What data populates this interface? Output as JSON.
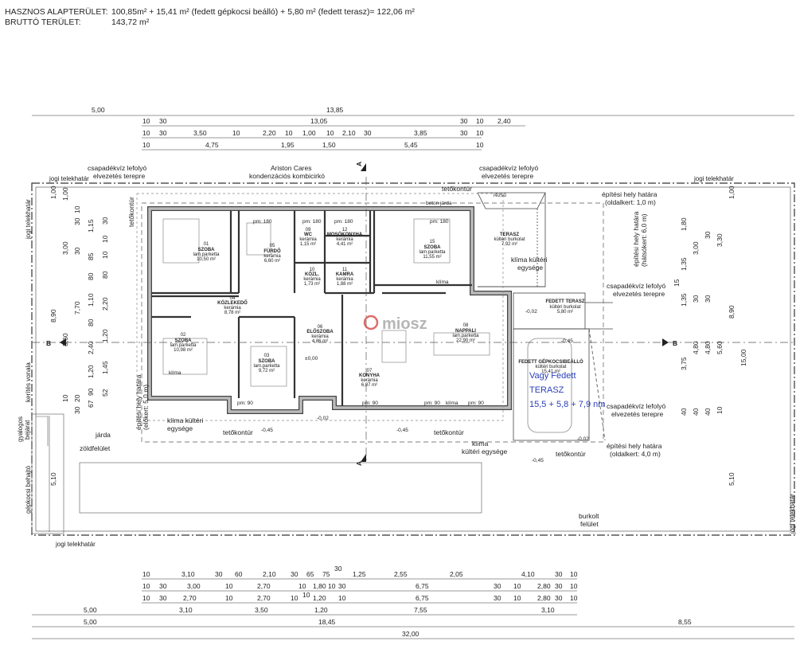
{
  "header": {
    "area_label": "HASZNOS ALAPTERÜLET:",
    "area_value": "100,85m² + 15,41 m² (fedett gépkocsi beálló) + 5,80 m² (fedett terasz)= 122,06 m²",
    "gross_label": "BRUTTÓ TERÜLET:",
    "gross_value": "143,72 m²"
  },
  "dims_top": {
    "row1": [
      "5,00",
      "13,85"
    ],
    "row2": [
      "10",
      "30",
      "13,05",
      "30",
      "10",
      "2,40"
    ],
    "row3": [
      "10",
      "30",
      "3,50",
      "10",
      "2,20",
      "10",
      "1,00",
      "10",
      "2,10",
      "30",
      "3,85",
      "30",
      "10"
    ],
    "row4": [
      "10",
      "4,75",
      "1,95",
      "1,50",
      "5,45",
      "10"
    ]
  },
  "dims_bottom": {
    "row0": "30",
    "row1": [
      "10",
      "3,10",
      "30",
      "60",
      "2,10",
      "30",
      "65",
      "75",
      "1,25",
      "2,55",
      "2,05",
      "4,10",
      "30",
      "10"
    ],
    "row2": [
      "10",
      "30",
      "3,00",
      "10",
      "2,70",
      "10",
      "1,80",
      "10",
      "30",
      "6,75",
      "30",
      "10",
      "2,80",
      "30",
      "10"
    ],
    "row3": [
      "10",
      "30",
      "2,70",
      "10",
      "2,70",
      "10",
      "10",
      "1,20",
      "10",
      "6,75",
      "30",
      "10",
      "2,80",
      "30",
      "10"
    ],
    "row4": [
      "5,00",
      "3,10",
      "3,50",
      "1,20",
      "7,55",
      "3,10"
    ],
    "row5": [
      "5,00",
      "18,45",
      "8,55"
    ],
    "row6": "32,00"
  },
  "dims_left": {
    "outer": [
      "1,00",
      "8,90",
      "5,10"
    ],
    "c2": [
      "1,00",
      "3,00",
      "3,60",
      "10"
    ],
    "c3": [
      "10",
      "30",
      "1,15",
      "85",
      "80",
      "1,10",
      "80",
      "2,40",
      "1,20",
      "90",
      "67",
      "30"
    ],
    "c4": [
      "30",
      "7,70",
      "20"
    ],
    "c5": [
      "30",
      "10",
      "10",
      "80",
      "2,20",
      "1,20",
      "1,45",
      "52"
    ]
  },
  "dims_right": {
    "c1": [
      "1,80",
      "1,35",
      "1,35",
      "3,75",
      "40"
    ],
    "c2": [
      "3,00",
      "30",
      "4,80",
      "40"
    ],
    "c3": [
      "30",
      "30",
      "4,80",
      "40"
    ],
    "c4": [
      "3,30",
      "5,60",
      "10"
    ],
    "c5": [
      "1,00",
      "8,90",
      "5,10"
    ],
    "c6": [
      "15",
      "15,00"
    ]
  },
  "labels": {
    "jogi_telekhatar": "jogi telekhatár",
    "tetokontur": "tetőkontúr",
    "csapadek": [
      "csapadékvíz lefolyó",
      "elvezetés terepre"
    ],
    "ariston": [
      "Ariston Cares",
      "kondenzációs kombicirkó"
    ],
    "epitesi_oldal_1": [
      "építési hely határa",
      "(oldalkert: 1,0 m)"
    ],
    "epitesi_hats": [
      "építési hely határa",
      "(hátsókert: 6,0 m)"
    ],
    "epitesi_elo": [
      "építési hely határa",
      "(előkert: 5,0 m)"
    ],
    "epitesi_oldal_4": [
      "építési hely határa",
      "(oldalkert: 4,0 m)"
    ],
    "klima": [
      "klíma kültéri",
      "egysége"
    ],
    "klima2": [
      "klíma",
      "kültéri egysége"
    ],
    "kerites": "kerítés vonala",
    "gyalogos": [
      "gyalogos",
      "bejárat"
    ],
    "gepkocsi": "gépkocsi behajtó",
    "jarda": "járda",
    "zoldfelulet": "zöldfelület",
    "burkolt": [
      "burkolt",
      "felület"
    ],
    "beton_jarda": "beton járda",
    "rezsu": "rézsű",
    "section_a": "A",
    "section_b": "B",
    "pm180": "pm: 180",
    "pm90": "pm: 90",
    "klima_small": "klíma",
    "levels": [
      "±0,00",
      "-0,02",
      "-0,45",
      "-0,02",
      "-0,45",
      "-0,45",
      "-0,02",
      "-0,45"
    ]
  },
  "rooms": [
    {
      "num": "01",
      "name": "SZOBA",
      "finish": "lam.parketta",
      "area": "10,50 m²"
    },
    {
      "num": "05",
      "name": "FÜRDŐ",
      "finish": "kerámia",
      "area": "6,60 m²"
    },
    {
      "num": "09",
      "name": "WC",
      "finish": "kerámia",
      "area": "1,15 m²"
    },
    {
      "num": "12",
      "name": "MOSÓKONYHA",
      "finish": "kerámia",
      "area": "4,41 m²"
    },
    {
      "num": "10",
      "name": "KÖZL.",
      "finish": "kerámia",
      "area": "1,73 m²"
    },
    {
      "num": "11",
      "name": "KAMRA",
      "finish": "kerámia",
      "area": "1,88 m²"
    },
    {
      "num": "15",
      "name": "SZOBA",
      "finish": "lam.parketta",
      "area": "11,55 m²"
    },
    {
      "num": "04",
      "name": "KÖZLEKEDŐ",
      "finish": "kerámia",
      "area": "8,78 m²"
    },
    {
      "num": "02",
      "name": "SZOBA",
      "finish": "lam.parketta",
      "area": "10,98 m²"
    },
    {
      "num": "03",
      "name": "SZOBA",
      "finish": "lam.parketta",
      "area": "9,72 m²"
    },
    {
      "num": "06",
      "name": "ELŐSZOBA",
      "finish": "kerámia",
      "area": "4,86 m²"
    },
    {
      "num": "07",
      "name": "KONYHA",
      "finish": "kerámia",
      "area": "6,87 m²"
    },
    {
      "num": "08",
      "name": "NAPPALI",
      "finish": "lam.parketta",
      "area": "22,90 m²"
    },
    {
      "num": "",
      "name": "TERASZ",
      "finish": "kültéri burkolat",
      "area": "7,92 m²"
    },
    {
      "num": "",
      "name": "FEDETT TERASZ",
      "finish": "kültéri burkolat",
      "area": "5,80 m²"
    },
    {
      "num": "",
      "name": "FEDETT GÉPKOCSIBEÁLLÓ",
      "finish": "kültéri burkolat",
      "area": "15,41 m²"
    }
  ],
  "annotation": {
    "line1": "Vagy Fedett",
    "line2": "TERASZ",
    "line3": "15,5 + 5,8 + 7,9 nm"
  },
  "watermark": "miosz"
}
